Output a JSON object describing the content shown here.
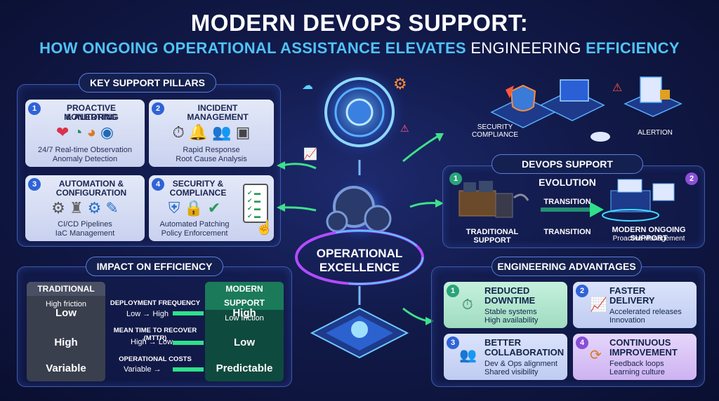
{
  "header": {
    "title": "MODERN DEVOPS SUPPORT:",
    "subtitle_a": "HOW ONGOING OPERATIONAL ASSISTANCE ELEVATES",
    "subtitle_b": "ENGINEERING",
    "subtitle_c": "EFFICIENCY"
  },
  "pillars": {
    "title": "KEY SUPPORT PILLARS",
    "items": [
      {
        "num": "1",
        "title_1": "PROACTIVE MONITORING",
        "title_2": "& ALERTING",
        "sub_1": "24/7 Real-time Observation",
        "sub_2": "Anomaly Detection"
      },
      {
        "num": "2",
        "title_1": "INCIDENT",
        "title_2": "MANAGEMENT",
        "sub_1": "Rapid Response",
        "sub_2": "Root Cause Analysis"
      },
      {
        "num": "3",
        "title_1": "AUTOMATION &",
        "title_2": "CONFIGURATION",
        "sub_1": "CI/CD Pipelines",
        "sub_2": "IaC Management"
      },
      {
        "num": "4",
        "title_1": "SECURITY &",
        "title_2": "COMPLIANCE",
        "sub_1": "Automated Patching",
        "sub_2": "Policy Enforcement"
      }
    ]
  },
  "center": {
    "label_1": "OPERATIONAL",
    "label_2": "EXCELLENCE"
  },
  "top_right": {
    "security_1": "SECURITY",
    "security_2": "COMPLIANCE",
    "alertion": "ALERTION"
  },
  "evolution": {
    "title": "DEVOPS SUPPORT EVOLUTION",
    "num_left": "1",
    "num_right": "2",
    "transition_top": "TRANSITION",
    "traditional": "TRADITIONAL SUPPORT",
    "transition_bottom": "TRANSITION",
    "modern": "MODERN ONGOING SUPPORT",
    "modern_sub": "Proactive Management"
  },
  "impact": {
    "title": "IMPACT ON EFFICIENCY",
    "traditional_head": "TRADITIONAL",
    "traditional_sub": "High friction",
    "modern_head": "MODERN SUPPORT",
    "modern_sub": "Low friction",
    "rows": [
      {
        "metric": "DEPLOYMENT FREQUENCY",
        "trad": "Low",
        "change_from": "Low",
        "change_to": "High",
        "modern": "High"
      },
      {
        "metric": "MEAN TIME TO RECOVER (MTTR)",
        "trad": "High",
        "change_from": "High",
        "change_to": "Low",
        "modern": "Low"
      },
      {
        "metric": "OPERATIONAL COSTS",
        "trad": "Variable",
        "change_from": "Variable",
        "change_to": "",
        "modern": "Predictable"
      }
    ]
  },
  "advantages": {
    "title": "ENGINEERING ADVANTAGES",
    "items": [
      {
        "num": "1",
        "title_1": "REDUCED",
        "title_2": "DOWNTIME",
        "sub_1": "Stable systems",
        "sub_2": "High availability"
      },
      {
        "num": "2",
        "title_1": "FASTER",
        "title_2": "DELIVERY",
        "sub_1": "Accelerated releases",
        "sub_2": "Innovation"
      },
      {
        "num": "3",
        "title_1": "BETTER",
        "title_2": "COLLABORATION",
        "sub_1": "Dev & Ops alignment",
        "sub_2": "Shared visibility"
      },
      {
        "num": "4",
        "title_1": "CONTINUOUS",
        "title_2": "IMPROVEMENT",
        "sub_1": "Feedback loops",
        "sub_2": "Learning culture"
      }
    ]
  }
}
